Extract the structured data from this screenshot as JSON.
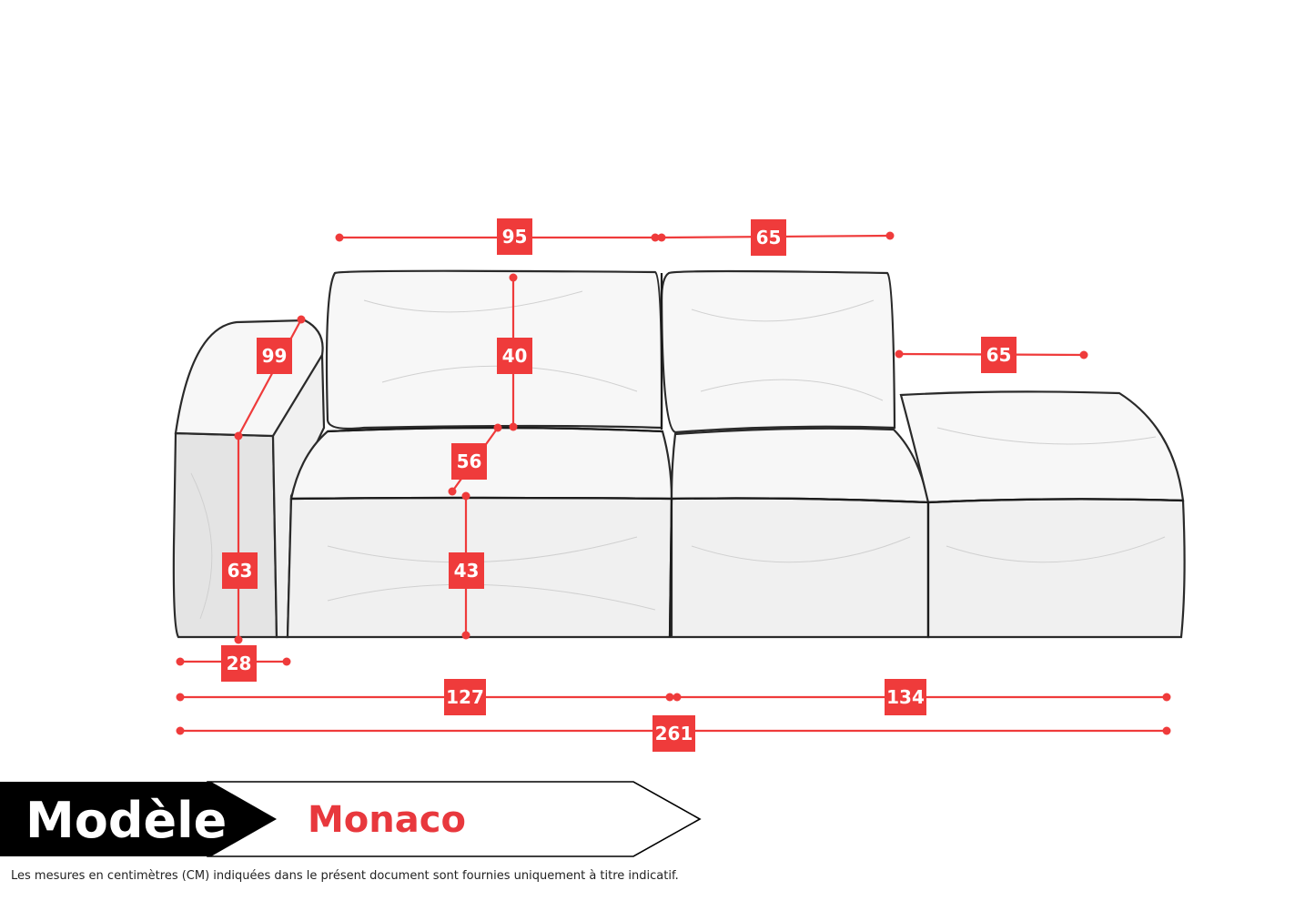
{
  "banner": {
    "label": "Modèle",
    "model_name": "Monaco"
  },
  "disclaimer": "Les mesures en centimètres (CM) indiquées dans le présent document sont fournies uniquement à titre indicatif.",
  "dimensions": {
    "back_cushion_width": "95",
    "back_right_width": "65",
    "armrest_depth": "99",
    "back_cushion_height": "40",
    "chaise_depth": "65",
    "seat_depth": "56",
    "total_height": "63",
    "seat_height": "43",
    "armrest_width": "28",
    "left_section_width": "127",
    "right_section_width": "134",
    "total_width": "261"
  },
  "colors": {
    "accent": "#ef3b3b",
    "model_name": "#e8383d",
    "banner": "#000000"
  }
}
